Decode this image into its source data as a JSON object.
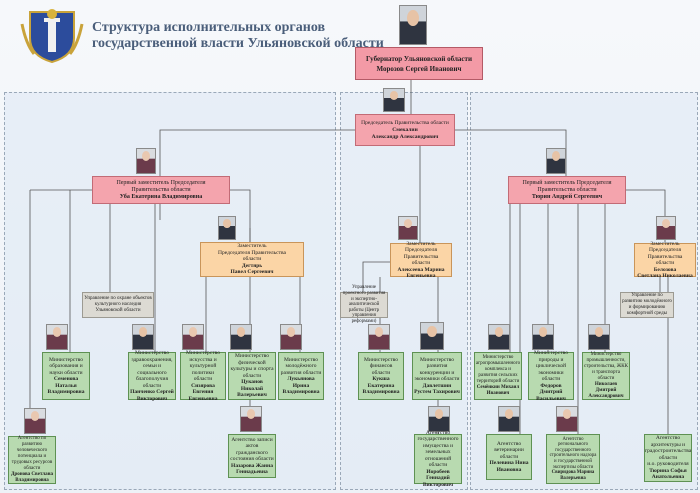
{
  "header": {
    "title_line1": "Структура исполнительных органов",
    "title_line2": "государственной власти Ульяновской области",
    "crest_icon": "ulyanovsk-coat-of-arms-icon"
  },
  "governor": {
    "title": "Губернатор Ульяновской области",
    "name": "Морозов Сергей Иванович"
  },
  "chairman": {
    "title": "Председатель Правительства области",
    "name_l1": "Смекалин",
    "name_l2": "Александр Александрович"
  },
  "left": {
    "deputy": {
      "t1": "Первый заместитель Председателя",
      "t2": "Правительства области",
      "name": "Уба Екатерина Владимировна"
    },
    "sub_deputy": {
      "t1": "Заместитель",
      "t2": "Председателя Правительства",
      "t3": "области",
      "name_l1": "Дегтярь",
      "name_l2": "Павел Сергеевич"
    },
    "grey_office": {
      "text": "Управление по охране объектов культурного наследия Ульяновской области"
    },
    "ministries": [
      {
        "text": "Министерство образования и науки области",
        "name": "Семенова Наталья Владимировна"
      },
      {
        "text": "Министерство здравоохранения, семьи и социального благополучия области",
        "name": "Панченко Сергей Викторович"
      },
      {
        "text": "Министерство искусства и культурной политики области",
        "name": "Сизярова Евгения Евгеньевна"
      },
      {
        "text": "Министерство физической культуры и спорта области",
        "name": "Цуканов Николай Валерьевич"
      },
      {
        "text": "Министерство молодёжного развития области",
        "name": "Лукьянова Ирина Владимировна"
      }
    ],
    "agency_1": {
      "text": "Агентство по развитию человеческого потенциала и трудовых ресурсов области",
      "name": "Дронова Светлана Владимировна"
    },
    "agency_2": {
      "text": "Агентство записи актов гражданского состояния области",
      "name": "Назарова Жанна Геннадьевна"
    }
  },
  "center": {
    "deputy": {
      "t1": "Заместитель",
      "t2": "Председателя Правительства",
      "t3": "области",
      "name_l1": "Алексеева Марина",
      "name_l2": "Евгеньевна"
    },
    "grey_office": {
      "text": "Управление проектного развития и экспертно-аналитической работы (Центр управления реформами)"
    },
    "ministries": [
      {
        "text": "Министерство финансов области",
        "name": "Кукша Екатерина Владимировна"
      },
      {
        "text": "Министерство развития конкуренции и экономики области",
        "name": "Давлетшин Рустем Тахирович"
      }
    ],
    "agency": {
      "text": "Агентство государственного имущества и земельных отношений области",
      "name": "Иоробеев Геннадий Викторович"
    }
  },
  "right": {
    "deputy": {
      "t1": "Первый заместитель Председателя",
      "t2": "Правительства области",
      "name": "Тюрин Андрей Сергеевич"
    },
    "sub_deputy": {
      "t1": "Заместитель",
      "t2": "Председателя Правительства",
      "t3": "области",
      "name_l1": "Белозова",
      "name_l2": "Светлана Николаевна"
    },
    "grey_office": {
      "text": "Управление по развитию молодёжного и формированию комфортной среды"
    },
    "ministries": [
      {
        "text": "Министерство агропромышленного комплекса и развития сельских территорий области",
        "name": "Семёнкин Михаил Иванович"
      },
      {
        "text": "Министерство природы и циклической экономики области",
        "name": "Федоров Дмитрий Васильевич"
      },
      {
        "text": "Министерство промышленности, строительства, ЖКК и транспорта области",
        "name": "Николаев Дмитрий Александрович"
      }
    ],
    "agencies": [
      {
        "text": "Агентство ветеринарии области",
        "name": "Пелевина Нина Ивановна"
      },
      {
        "text": "Агентство регионального государственного строительного надзора и государственной экспертизы области",
        "name": "Свиридова Марина Валерьевна"
      },
      {
        "text": "Агентство архитектуры и градостроительства области",
        "name_l1": "и.о. руководителя",
        "name_l2": "Тюрина Софья Анатольевна"
      }
    ]
  }
}
